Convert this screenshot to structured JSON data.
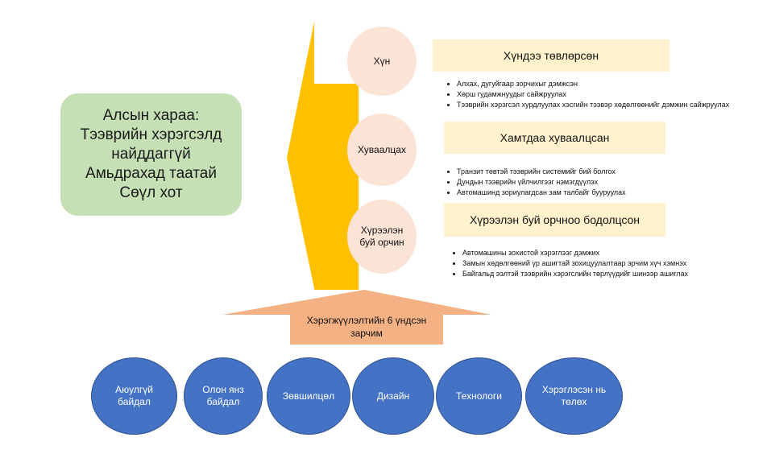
{
  "vision": {
    "text": "Алсын хараа:\nТээврийн хэрэгсэлд найддаггүй Амьдрахад таатай Сөүл хот"
  },
  "areas": [
    {
      "circle": "Хүн",
      "title": "Хүндээ төвлөрсөн",
      "bullets": [
        "Алхах, дугуйгаар зорчихыг дэмжсэн",
        "Хөрш гудамжнуудыг сайжруулах",
        "Тээврийн хэрэгсэл хурдлуулах хэсгийн тээвэр хөдөлгөөнийг дэмжин сайжруулах"
      ]
    },
    {
      "circle": "Хуваалцах",
      "title": "Хамтдаа хуваалцсан",
      "bullets": [
        "Транзит төвтэй тээврийн системийг бий болгох",
        "Дундын тээврийн үйлчилгээг нэмэгдүүлэх",
        "Автомашинд зориулагдсан зам талбайг бууруулах"
      ]
    },
    {
      "circle": "Хүрээлэн буй орчин",
      "title": "Хүрээлэн буй орчноо бодолцсон",
      "bullets": [
        "Автомашины зохистой хэрэглээг дэмжих",
        "Замын хөдөлгөөний үр ашигтай зохицуулалтаар эрчим хүч хэмнэх",
        "Байгальд ээлтэй тээврийн хэрэгслийн төрлүүдийг шинээр ашиглах"
      ]
    }
  ],
  "base_label": "Хэрэгжүүлэлтийн 6 үндсэн зарчим",
  "principles": [
    "Аюулгүй байдал",
    "Олон янз байдал",
    "Зөвшилцөл",
    "Дизайн",
    "Технологи",
    "Хэрэглэсэн нь төлөх"
  ],
  "colors": {
    "big_arrow": "#ffc000",
    "vision_box": "#c5e0b4",
    "pink_circle": "#fbe3d6",
    "title_bar": "#fff2cc",
    "base_arrow": "#f4b183",
    "blue_circle": "#4472c4"
  }
}
